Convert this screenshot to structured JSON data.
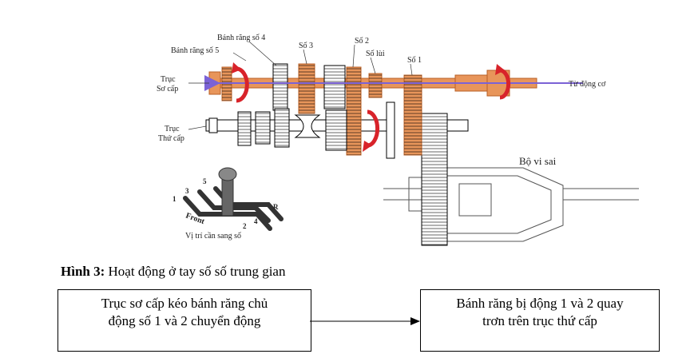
{
  "diagram": {
    "labels": {
      "gear4": "Bánh răng số 4",
      "gear5": "Bánh răng số 5",
      "gear3": "Số 3",
      "gear2": "Số 2",
      "reverse": "Số lùi",
      "gear1": "Số 1",
      "primary_shaft": [
        "Trục",
        "Sơ cấp"
      ],
      "secondary_shaft": [
        "Trục",
        "Thứ cấp"
      ],
      "from_engine": "Từ động cơ",
      "partial": "Bộ vi sai",
      "shifter": "Vị trí cần sang số",
      "front": "Front"
    },
    "colors": {
      "active_gear": "#e8955a",
      "active_gear_dark": "#b85f25",
      "rotation_arrow": "#d8232a",
      "flow_line": "#7b62d6",
      "idle_gear": "#ffffff"
    }
  },
  "caption": {
    "prefix": "Hình 3:",
    "text": " Hoạt động ở tay số số trung gian"
  },
  "flow": {
    "left": [
      "Trục sơ cấp kéo bánh răng chủ",
      "động số 1 và 2 chuyển động"
    ],
    "right": [
      "Bánh răng bị động 1 và 2 quay",
      "trơn trên trục thứ cấp"
    ]
  }
}
